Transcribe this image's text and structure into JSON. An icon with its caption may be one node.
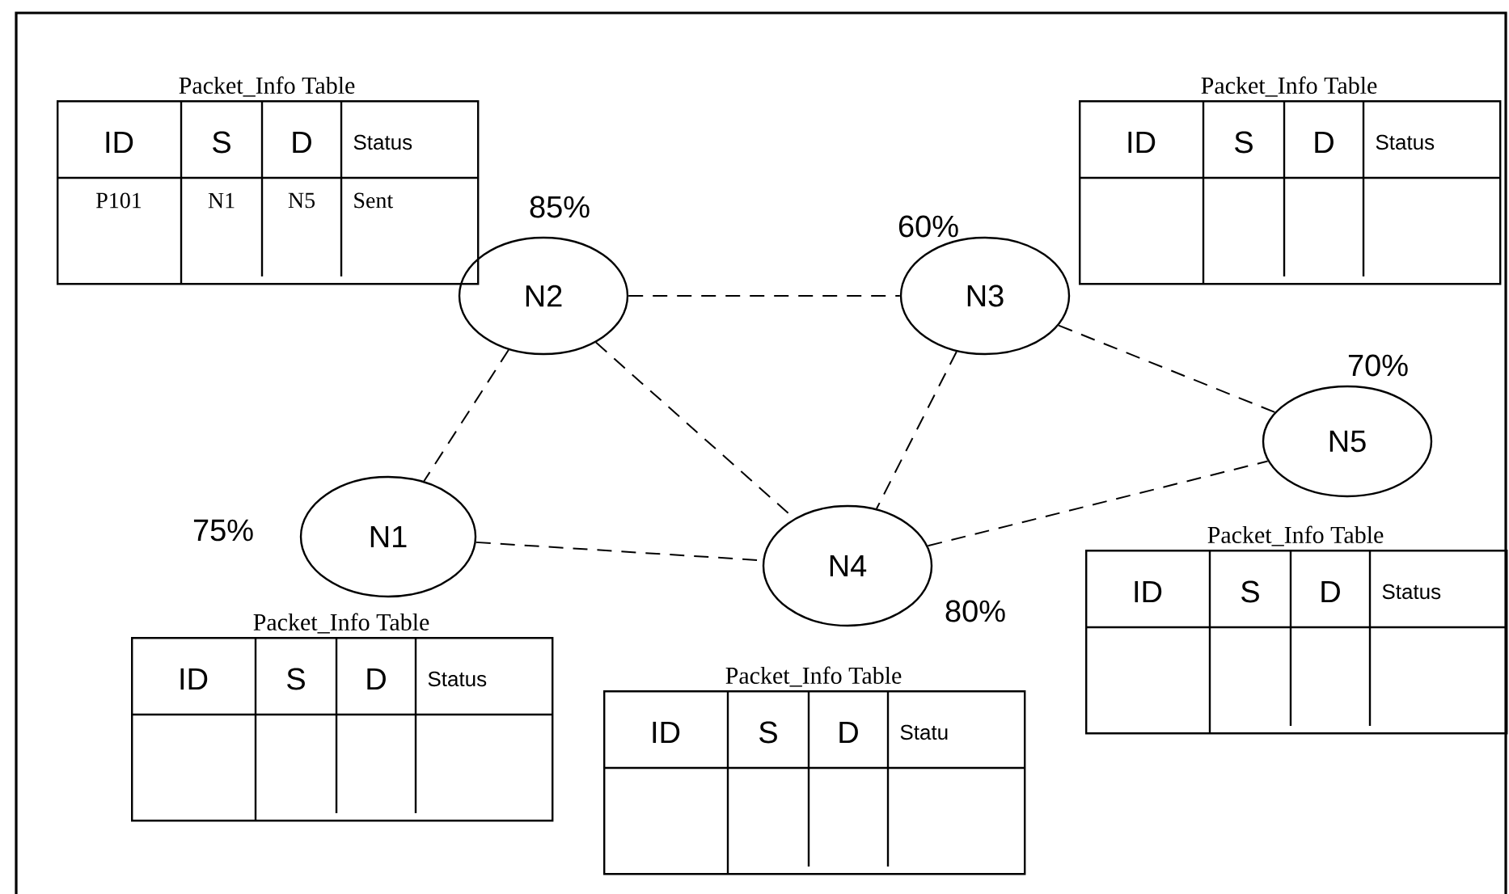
{
  "diagram": {
    "nodes": [
      {
        "text": [
          "Packet_Info Table",
          "ID",
          "S",
          "D",
          "Status",
          "P101",
          "N1",
          "N5",
          "Sent"
        ]
      },
      {
        "text": [
          "Packet_Info Table",
          "ID",
          "S",
          "D",
          "Status"
        ]
      },
      {
        "text": [
          "N2"
        ],
        "beside": [
          "85%"
        ]
      },
      {
        "text": [
          "N3"
        ],
        "beside": [
          "60%"
        ]
      },
      {
        "text": [
          "N5"
        ],
        "beside": [
          "70%"
        ]
      },
      {
        "text": [
          "N1"
        ],
        "beside": [
          "75%"
        ]
      },
      {
        "text": [
          "N4"
        ],
        "beside": [
          "80%"
        ]
      },
      {
        "text": [
          "Packet_Info Table",
          "ID",
          "S",
          "D",
          "Status"
        ]
      },
      {
        "text": [
          "Packet_Info Table",
          "ID",
          "S",
          "D",
          "Status"
        ]
      },
      {
        "text": [
          "Packet_Info Table",
          "ID",
          "S",
          "D",
          "Statu"
        ]
      }
    ],
    "edges": [
      {
        "from": 2,
        "to": 3,
        "arrow": "none",
        "style": "dashed"
      },
      {
        "from": 2,
        "to": 5,
        "arrow": "none",
        "style": "dashed"
      },
      {
        "from": 2,
        "to": 6,
        "arrow": "none",
        "style": "dashed"
      },
      {
        "from": 3,
        "to": 6,
        "arrow": "none",
        "style": "dashed"
      },
      {
        "from": 3,
        "to": 4,
        "arrow": "none",
        "style": "dashed"
      },
      {
        "from": 5,
        "to": 6,
        "arrow": "none",
        "style": "dashed"
      },
      {
        "from": 6,
        "to": 4,
        "arrow": "none",
        "style": "dashed"
      }
    ]
  }
}
